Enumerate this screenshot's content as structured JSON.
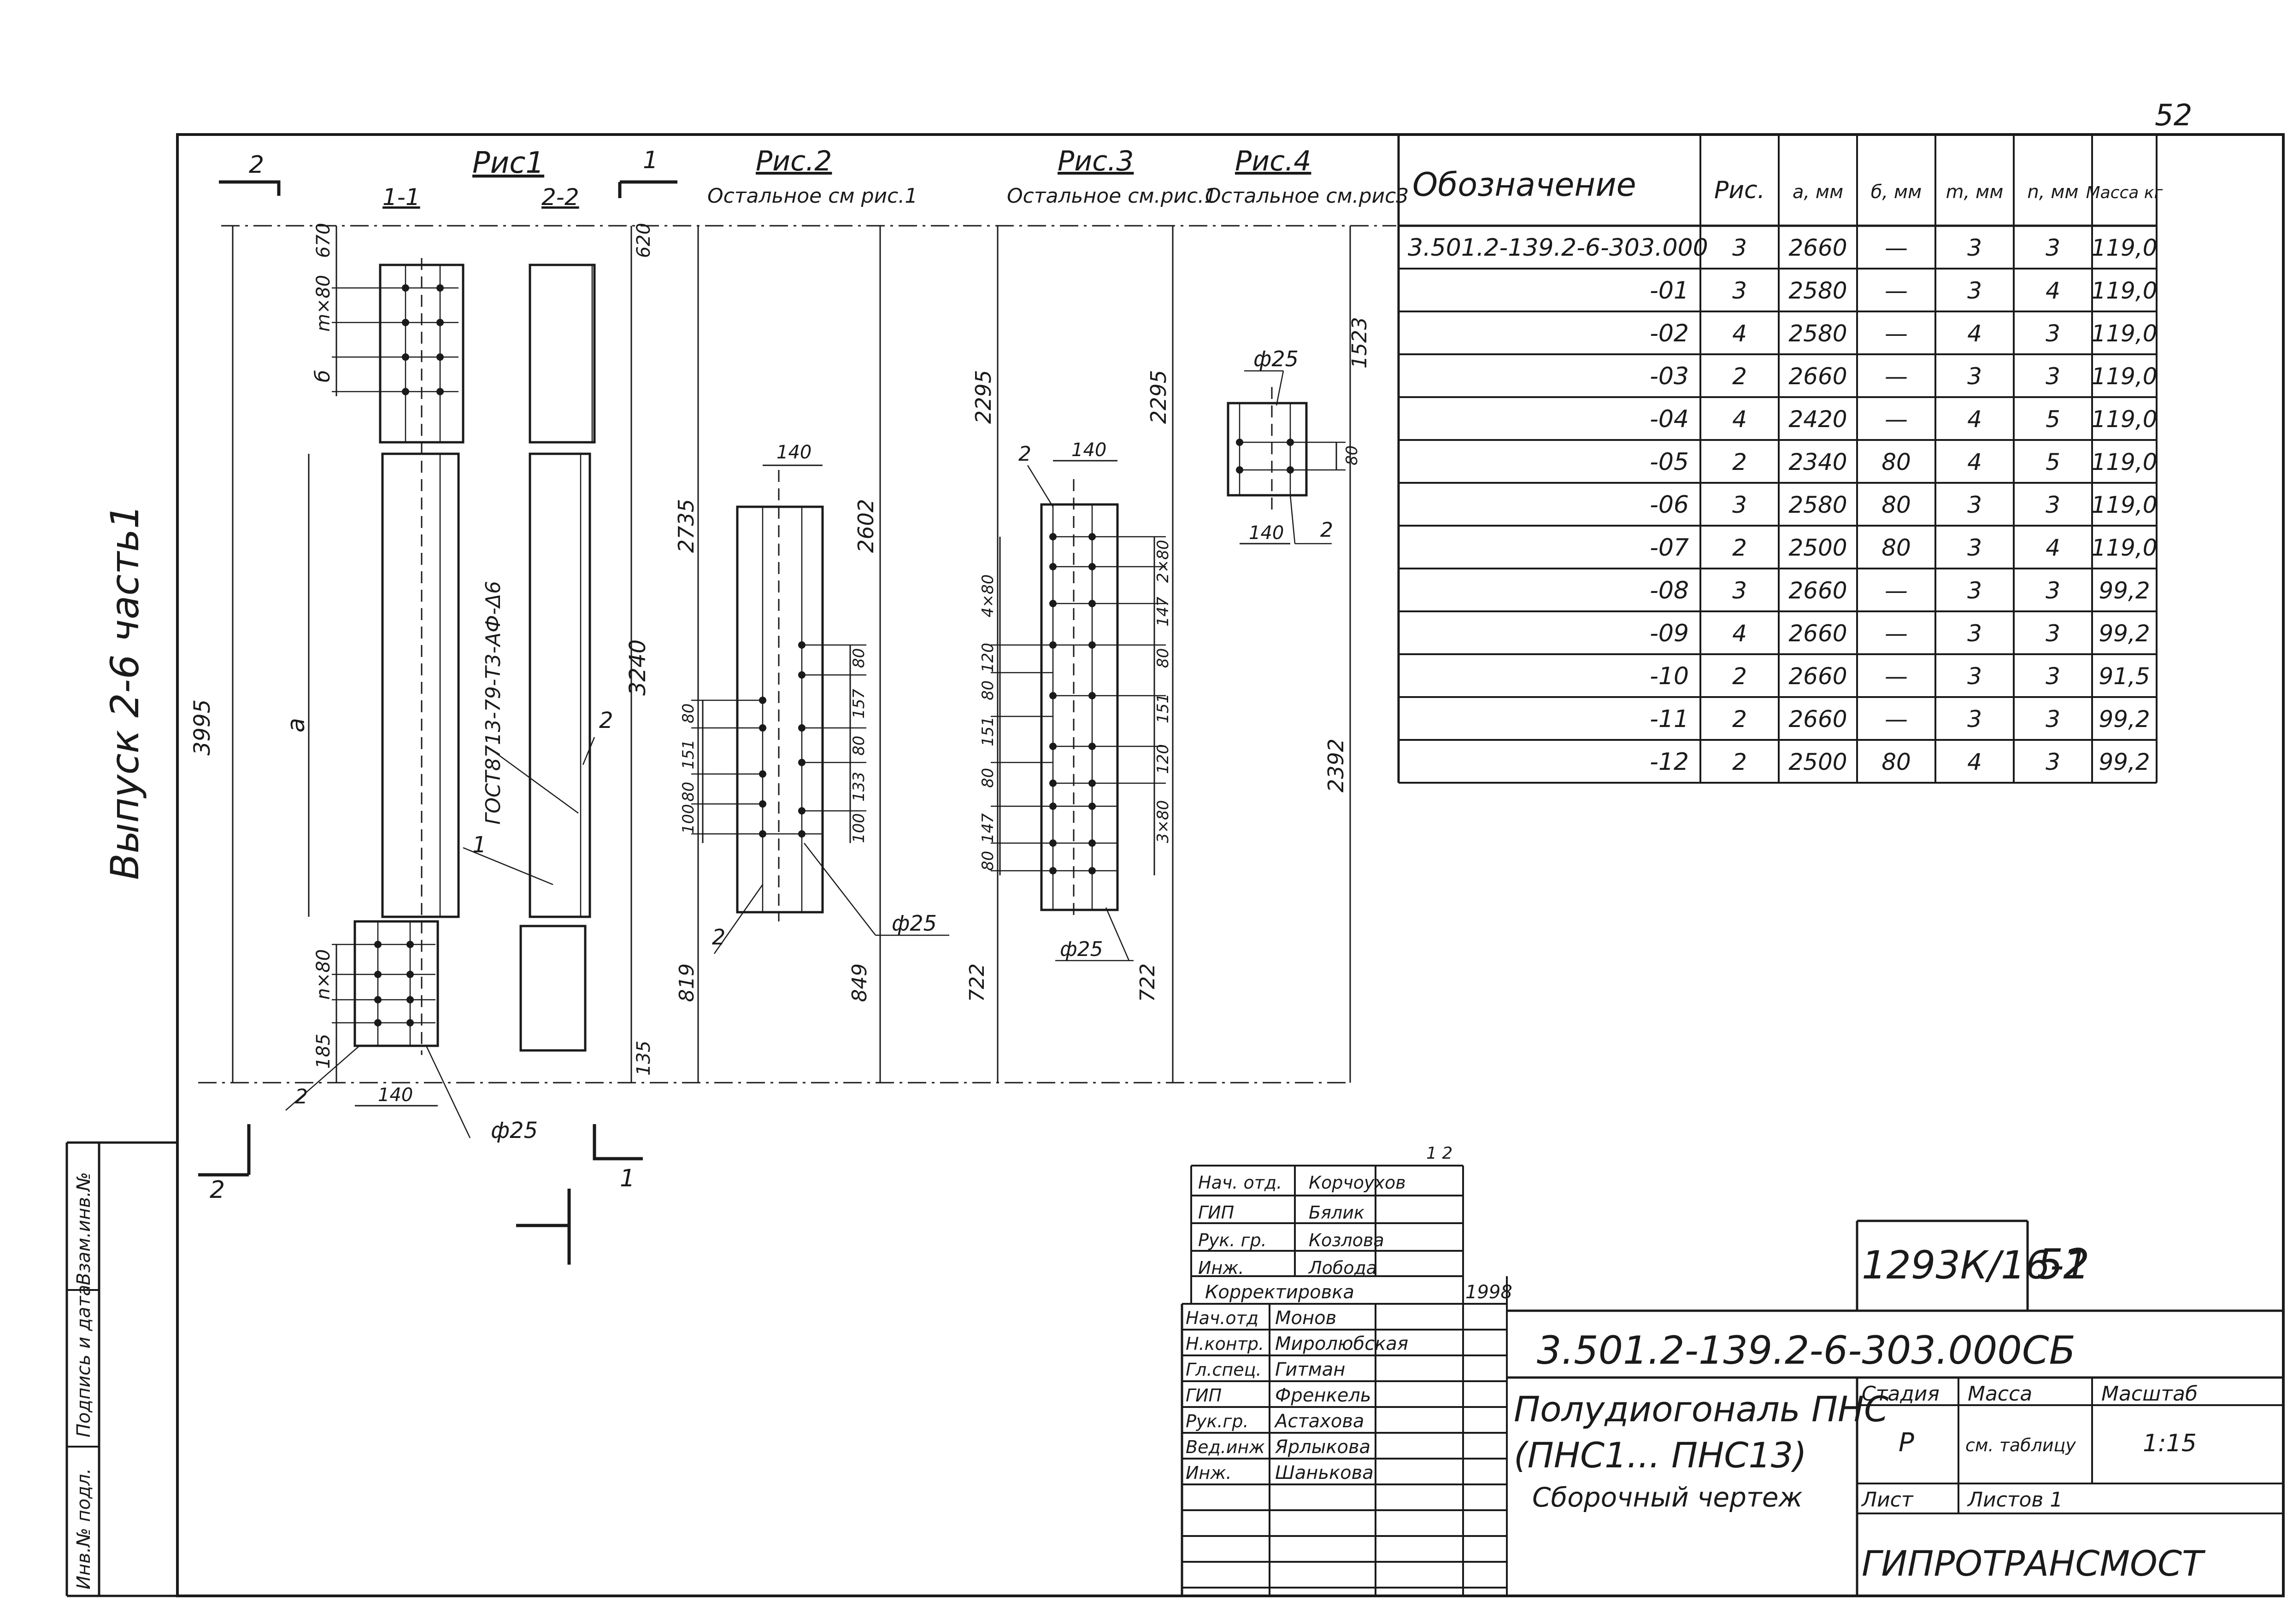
{
  "sheet_number": "52",
  "side_label": "Выпуск 2-6 часть1",
  "figures": {
    "fig1": {
      "title": "Рис1",
      "sec1": "1-1",
      "sec2": "2-2",
      "cut_label": "2",
      "cut_label2": "1",
      "dims": {
        "total": "3995",
        "a": "a",
        "top": "670",
        "mx": "m×80",
        "b": "б",
        "nx": "n×80",
        "bottom": "185",
        "w": "140",
        "pos2": "2",
        "rebar": "ф25",
        "gost": "ГОСТ8713-79-Т3-АФ-Δ6",
        "len": "3240",
        "top2": "620",
        "bottom2": "135",
        "pos1": "1",
        "pos2b": "2"
      }
    },
    "fig2": {
      "title": "Рис.2",
      "note": "Остальное см рис.1",
      "dims": {
        "h1": "2735",
        "h2": "2602",
        "w": "140",
        "d1": "80",
        "d2": "157",
        "d3": "80",
        "d4": "133",
        "d5": "100",
        "l1": "80",
        "l2": "151",
        "l3": "80",
        "l4": "100",
        "bot1": "819",
        "bot2": "849",
        "rebar": "ф25",
        "pos": "2"
      }
    },
    "fig3": {
      "title": "Рис.3",
      "note": "Остальное см.рис.1",
      "dims": {
        "h1": "2295",
        "h2": "2295",
        "w": "140",
        "top": "4×80",
        "r1": "2×80",
        "r2": "147",
        "r3": "80",
        "r4": "151",
        "r5": "120",
        "r6": "3×80",
        "l1": "120",
        "l2": "80",
        "l3": "151",
        "l4": "80",
        "l5": "147",
        "l6": "80",
        "bot1": "722",
        "bot2": "722",
        "rebar": "ф25",
        "pos": "2"
      }
    },
    "fig4": {
      "title": "Рис.4",
      "note": "Остальное см.рис3",
      "dims": {
        "rebar": "ф25",
        "h": "1523",
        "s": "80",
        "w": "140",
        "pos": "2",
        "total": "2392"
      }
    }
  },
  "cut_marks": {
    "left": "2",
    "right": "1"
  },
  "spec_table": {
    "headers": [
      "Обозначение",
      "Рис.",
      "а, мм",
      "б, мм",
      "m, мм",
      "n, мм",
      "Масса кг"
    ],
    "rows": [
      [
        "3.501.2-139.2-6-303.000",
        "3",
        "2660",
        "—",
        "3",
        "3",
        "119,0"
      ],
      [
        "-01",
        "3",
        "2580",
        "—",
        "3",
        "4",
        "119,0"
      ],
      [
        "-02",
        "4",
        "2580",
        "—",
        "4",
        "3",
        "119,0"
      ],
      [
        "-03",
        "2",
        "2660",
        "—",
        "3",
        "3",
        "119,0"
      ],
      [
        "-04",
        "4",
        "2420",
        "—",
        "4",
        "5",
        "119,0"
      ],
      [
        "-05",
        "2",
        "2340",
        "80",
        "4",
        "5",
        "119,0"
      ],
      [
        "-06",
        "3",
        "2580",
        "80",
        "3",
        "3",
        "119,0"
      ],
      [
        "-07",
        "2",
        "2500",
        "80",
        "3",
        "4",
        "119,0"
      ],
      [
        "-08",
        "3",
        "2660",
        "—",
        "3",
        "3",
        "99,2"
      ],
      [
        "-09",
        "4",
        "2660",
        "—",
        "3",
        "3",
        "99,2"
      ],
      [
        "-10",
        "2",
        "2660",
        "—",
        "3",
        "3",
        "91,5"
      ],
      [
        "-11",
        "2",
        "2660",
        "—",
        "3",
        "3",
        "99,2"
      ],
      [
        "-12",
        "2",
        "2500",
        "80",
        "4",
        "3",
        "99,2"
      ]
    ]
  },
  "approval_top": {
    "rows": [
      [
        "Нач. отд.",
        "Корчоухов"
      ],
      [
        "ГИП",
        "Бялик"
      ],
      [
        "Рук. гр.",
        "Козлова"
      ],
      [
        "Инж.",
        "Лобода"
      ]
    ],
    "correction": "Корректировка",
    "year": "1998",
    "mark": "1 2"
  },
  "approval_bottom": {
    "rows": [
      [
        "Нач.отд",
        "Монов"
      ],
      [
        "Н.контр.",
        "Миролюбская"
      ],
      [
        "Гл.спец.",
        "Гитман"
      ],
      [
        "ГИП",
        "Френкель"
      ],
      [
        "Рук.гр.",
        "Астахова"
      ],
      [
        "Вед.инж",
        "Ярлыкова"
      ],
      [
        "Инж.",
        "Шанькова"
      ]
    ]
  },
  "title_block": {
    "archive_no": "1293К/16-1",
    "sheet_no": "52",
    "doc_code": "3.501.2-139.2-6-303.000СБ",
    "name_line1": "Полудиогональ ПНС",
    "name_line2": "(ПНС1... ПНС13)",
    "name_line3": "Сборочный чертеж",
    "stage_label": "Стадия",
    "mass_label": "Масса",
    "scale_label": "Масштаб",
    "stage": "Р",
    "mass": "см. таблицу",
    "scale": "1:15",
    "sheet_label": "Лист",
    "sheets_label": "Листов 1",
    "org": "ГИПРОТРАНСМОСТ"
  },
  "left_strip": [
    "Инв.№ подл.",
    "Подпись и дата",
    "Взам.инв.№"
  ]
}
